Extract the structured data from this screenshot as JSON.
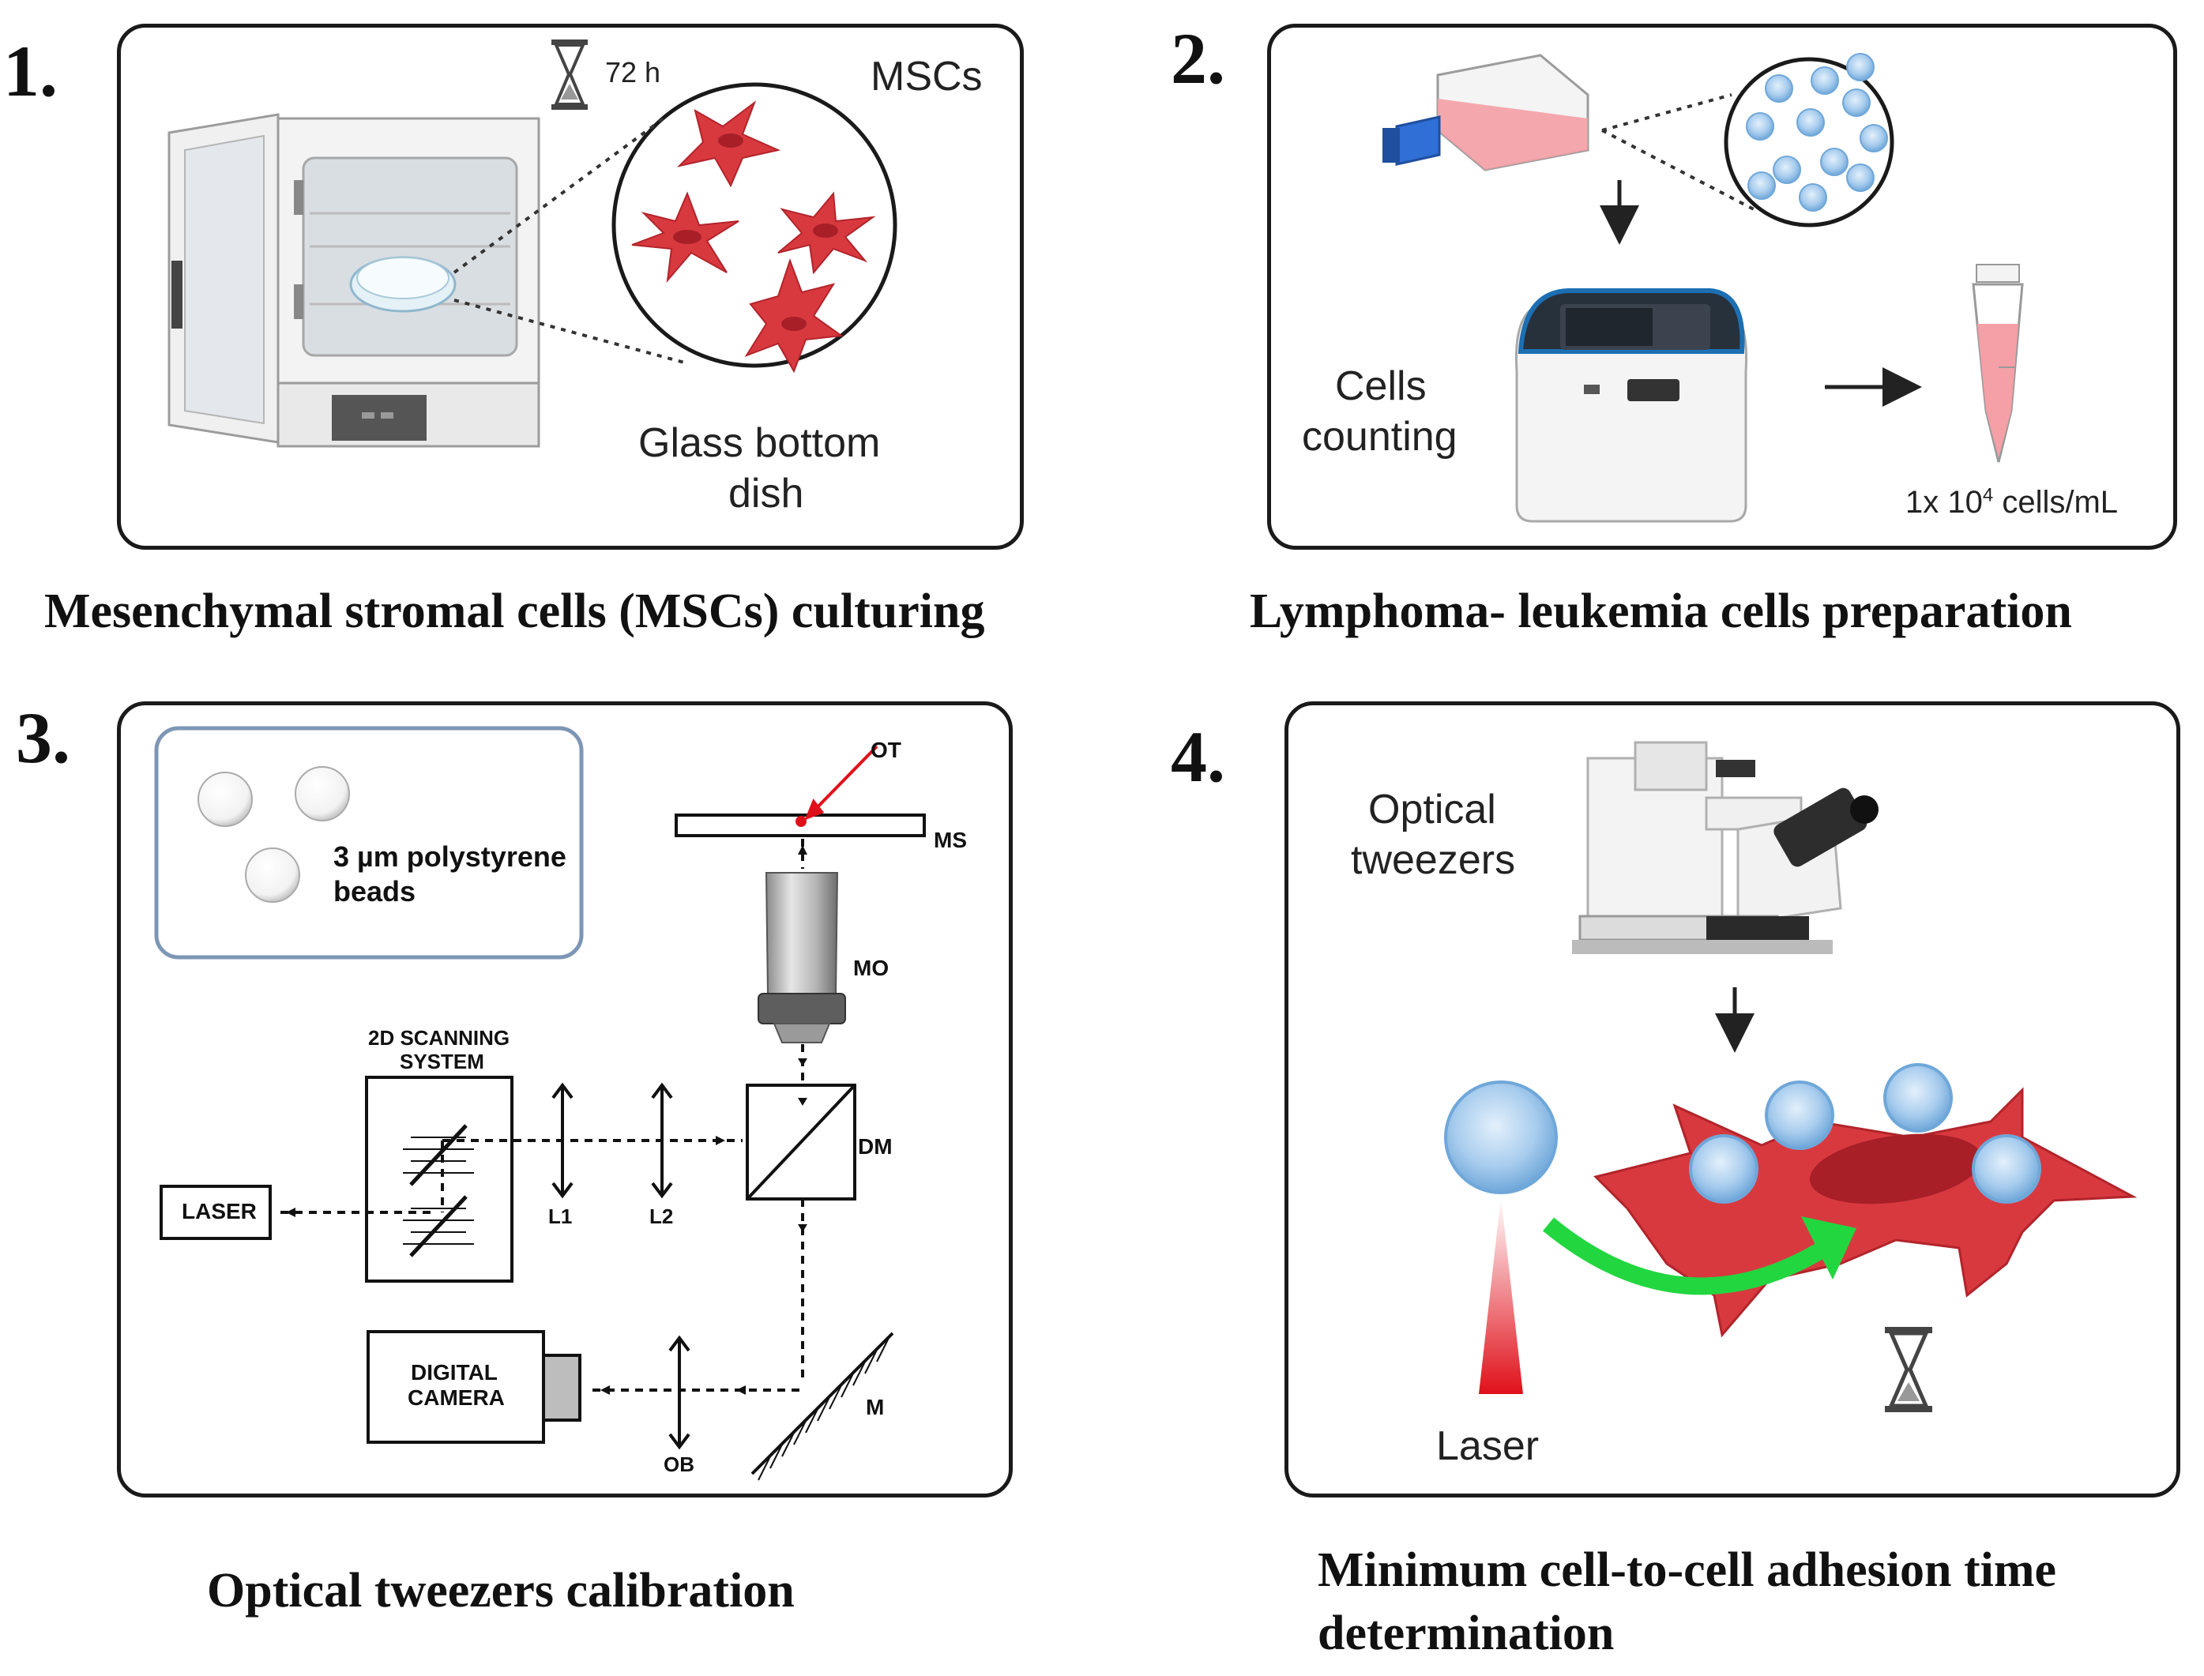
{
  "panels": [
    {
      "number": "1.",
      "caption": "Mesenchymal stromal cells (MSCs) culturing",
      "time_label": "72 h",
      "cells_label": "MSCs",
      "dish_label_line1": "Glass bottom",
      "dish_label_line2": "dish"
    },
    {
      "number": "2.",
      "caption": "Lymphoma- leukemia cells preparation",
      "counting_line1": "Cells",
      "counting_line2": "counting",
      "concentration_prefix": "1x 10",
      "concentration_exp": "4",
      "concentration_suffix": " cells/mL"
    },
    {
      "number": "3.",
      "caption": "Optical tweezers calibration",
      "beads_line1": "3 µm polystyrene",
      "beads_line2": "beads",
      "ot": "OT",
      "ms": "MS",
      "mo": "MO",
      "dm": "DM",
      "scan_line1": "2D SCANNING",
      "scan_line2": "SYSTEM",
      "laser": "LASER",
      "l1": "L1",
      "l2": "L2",
      "camera_line1": "DIGITAL",
      "camera_line2": "CAMERA",
      "ob": "OB",
      "m": "M"
    },
    {
      "number": "4.",
      "caption_line1": "Minimum cell-to-cell adhesion time",
      "caption_line2": "determination",
      "tweezers_line1": "Optical",
      "tweezers_line2": "tweezers",
      "laser": "Laser"
    }
  ],
  "colors": {
    "cell_red": "#d8393f",
    "cell_dark_red": "#a81f28",
    "lymph_blue": "#a9cdee",
    "arrow_green": "#22d640",
    "media_pink": "#f4a0a6",
    "laser_red": "#e0101a"
  }
}
